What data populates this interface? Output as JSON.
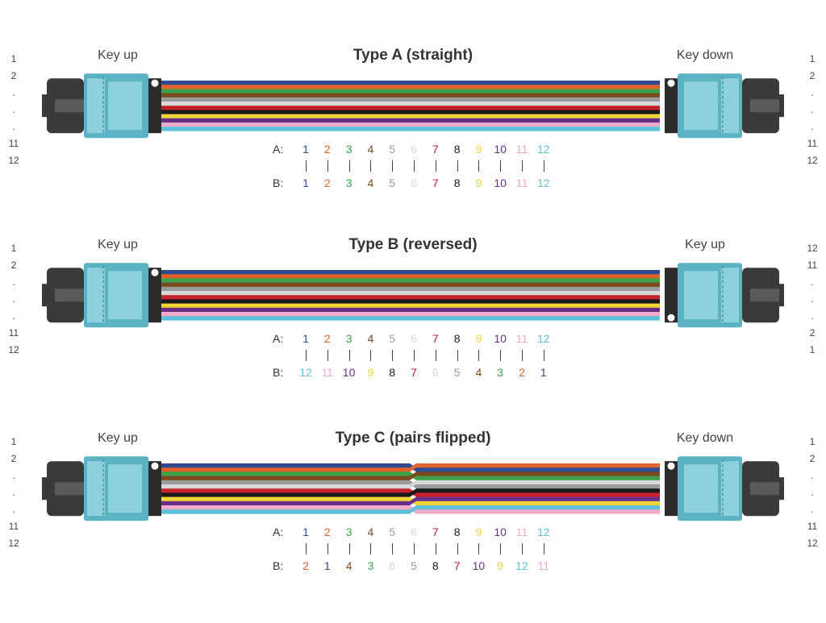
{
  "panels": [
    {
      "title": "Type A (straight)",
      "key_left": "Key up",
      "key_right": "Key down",
      "pins_left": [
        "1",
        "2",
        ".",
        ".",
        ".",
        "11",
        "12"
      ],
      "pins_right": [
        "1",
        "2",
        ".",
        ".",
        ".",
        "11",
        "12"
      ],
      "row_a_label": "A:",
      "row_b_label": "B:",
      "row_a": [
        "1",
        "2",
        "3",
        "4",
        "5",
        "6",
        "7",
        "8",
        "9",
        "10",
        "11",
        "12"
      ],
      "row_b": [
        "1",
        "2",
        "3",
        "4",
        "5",
        "6",
        "7",
        "8",
        "9",
        "10",
        "11",
        "12"
      ],
      "cable": "straight",
      "left_key_dot": "top",
      "right_key_dot": "top"
    },
    {
      "title": "Type B (reversed)",
      "key_left": "Key up",
      "key_right": "Key up",
      "pins_left": [
        "1",
        "2",
        ".",
        ".",
        ".",
        "11",
        "12"
      ],
      "pins_right": [
        "12",
        "11",
        ".",
        ".",
        ".",
        "2",
        "1"
      ],
      "row_a_label": "A:",
      "row_b_label": "B:",
      "row_a": [
        "1",
        "2",
        "3",
        "4",
        "5",
        "6",
        "7",
        "8",
        "9",
        "10",
        "11",
        "12"
      ],
      "row_b": [
        "12",
        "11",
        "10",
        "9",
        "8",
        "7",
        "6",
        "5",
        "4",
        "3",
        "2",
        "1"
      ],
      "cable": "straight",
      "left_key_dot": "top",
      "right_key_dot": "bottom"
    },
    {
      "title": "Type C (pairs flipped)",
      "key_left": "Key up",
      "key_right": "Key down",
      "pins_left": [
        "1",
        "2",
        ".",
        ".",
        ".",
        "11",
        "12"
      ],
      "pins_right": [
        "1",
        "2",
        ".",
        ".",
        ".",
        "11",
        "12"
      ],
      "row_a_label": "A:",
      "row_b_label": "B:",
      "row_a": [
        "1",
        "2",
        "3",
        "4",
        "5",
        "6",
        "7",
        "8",
        "9",
        "10",
        "11",
        "12"
      ],
      "row_b": [
        "2",
        "1",
        "4",
        "3",
        "6",
        "5",
        "8",
        "7",
        "10",
        "9",
        "12",
        "11"
      ],
      "cable": "pairs-flipped",
      "left_key_dot": "top",
      "right_key_dot": "top"
    }
  ],
  "fiber_colors": {
    "1": "#2f4a8e",
    "2": "#e0622f",
    "3": "#3aa14a",
    "4": "#7a4a1f",
    "5": "#9a9a9a",
    "6": "#d8d8d8",
    "7": "#c8202a",
    "8": "#1a1a1a",
    "9": "#f2d43a",
    "10": "#6a2f8a",
    "11": "#f0a9c8",
    "12": "#5fc1d8"
  },
  "connector_colors": {
    "boot": "#3a3a3a",
    "boot_inner": "#5a5a5a",
    "ferrule": "#5ab2c2",
    "ferrule_light": "#8ed0dc",
    "ferrule_edge": "#3d8ea0",
    "collar": "#2b2b2b"
  }
}
